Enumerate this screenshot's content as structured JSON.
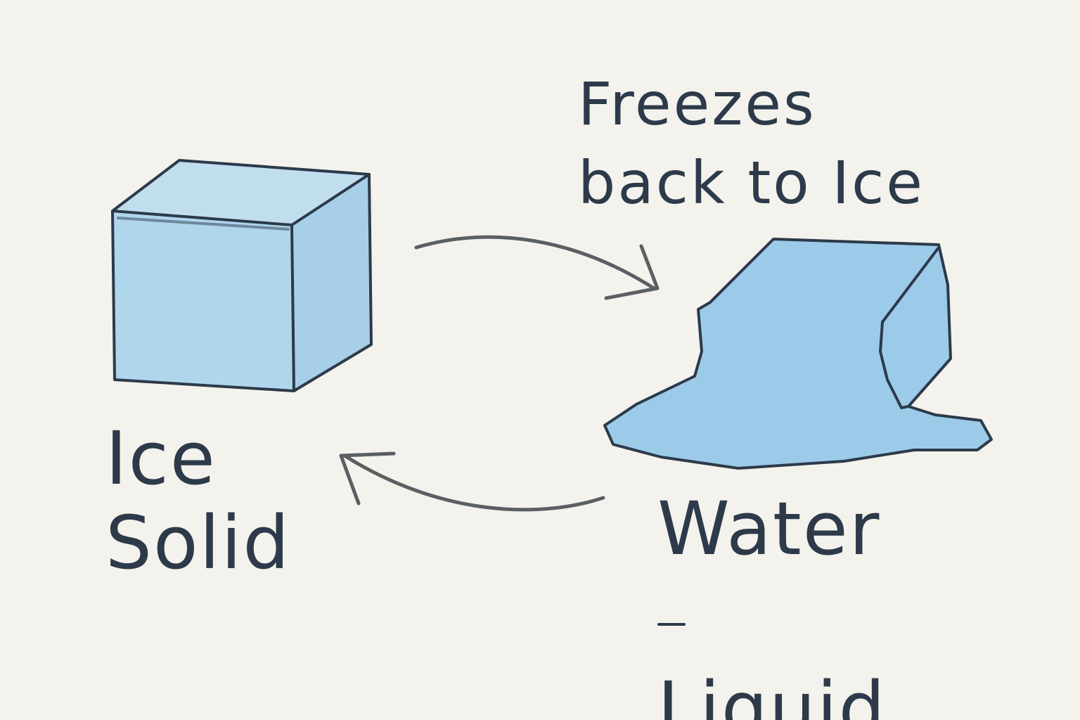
{
  "caption": {
    "line1": "Freezes",
    "line2": "back to Ice"
  },
  "ice": {
    "name": "Ice",
    "state": "Solid"
  },
  "water": {
    "name": "Water",
    "state": "Liquid"
  },
  "colors": {
    "paper": "#f4f2ec",
    "pencil": "#2c3a4a",
    "ice_fill": "#a9d3ec",
    "water_fill": "#9ccbea",
    "arrow": "#5a5f63"
  },
  "icons": {
    "ice": "ice-cube-icon",
    "water": "melting-puddle-icon",
    "forward_arrow": "curved-arrow-right-icon",
    "return_arrow": "curved-arrow-left-icon"
  }
}
